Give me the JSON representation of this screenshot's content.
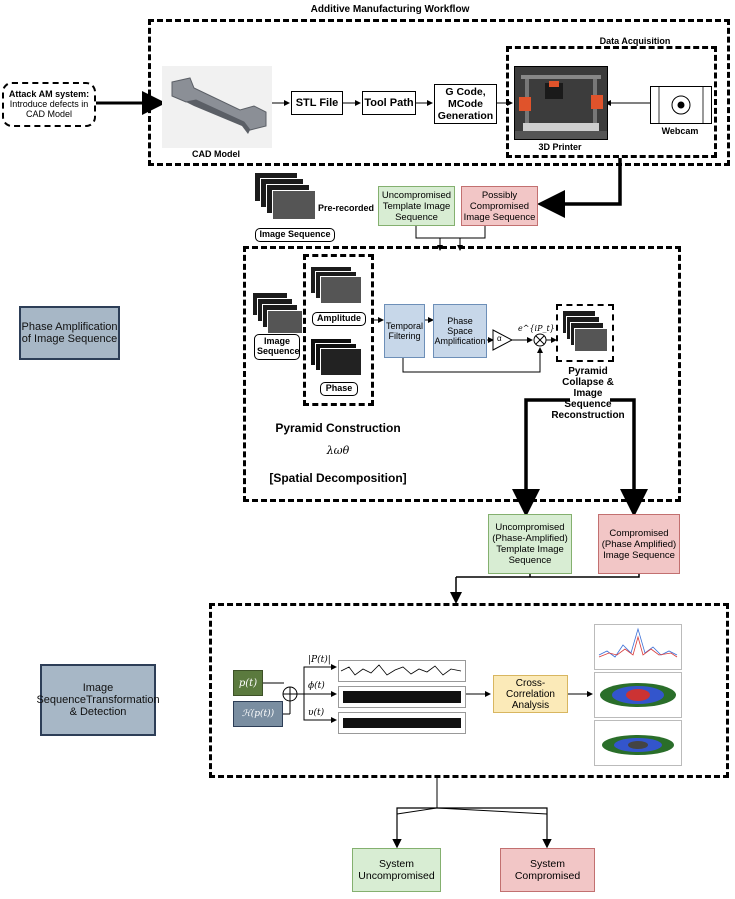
{
  "workflow": {
    "title": "Additive Manufacturing Workflow",
    "data_acquisition": "Data Acquisition",
    "cad_model": "CAD Model",
    "stl_file": "STL File",
    "tool_path": "Tool Path",
    "gcode": "G Code, MCode Generation",
    "printer": "3D Printer",
    "webcam": "Webcam"
  },
  "attack": {
    "line1": "Attack AM system:",
    "line2": "Introduce defects in CAD Model"
  },
  "inputs": {
    "pre_recorded": "Pre-recorded",
    "image_sequence": "Image Sequence",
    "uncompromised_template": "Uncompromised Template Image Sequence",
    "possibly_compromised": "Possibly Compromised Image Sequence"
  },
  "phase_block": {
    "side_label": "Phase Amplification of Image Sequence",
    "image_sequence": "Image Sequence",
    "amplitude": "Amplitude",
    "phase": "Phase",
    "temporal_filtering": "Temporal Filtering",
    "phase_space": "Phase Space Amplification",
    "alpha": "α",
    "exp": "e^{iP_t}",
    "pyramid_collapse": "Pyramid Collapse & Image Sequence Reconstruction",
    "pyramid_construction": "Pyramid Construction",
    "lambda": "λωθ",
    "spatial": "[Spatial Decomposition]"
  },
  "outputs": {
    "uncompromised_amplified": "Uncompromised (Phase-Amplified) Template Image Sequence",
    "compromised_amplified": "Compromised (Phase Amplified) Image Sequence"
  },
  "detection": {
    "side_label": "Image SequenceTransformation & Detection",
    "p_t": "p(t)",
    "hilbert": "ℋ(p(t))",
    "mag_p": "|P(t)|",
    "phi_t": "ϕ(t)",
    "v_t": "υ(t)",
    "cross_correlation": "Cross-Correlation Analysis"
  },
  "results": {
    "uncompromised": "System Uncompromised",
    "compromised": "System Compromised"
  }
}
